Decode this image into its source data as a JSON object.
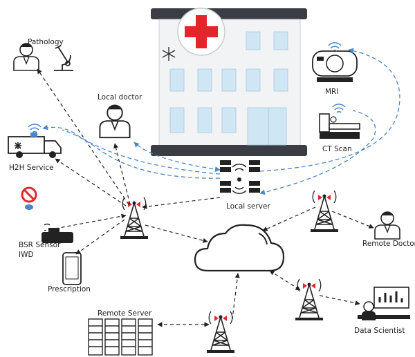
{
  "labels": {
    "pathology": "Pathology",
    "local_doctor": "Local doctor",
    "h2h_service": "H2H Service",
    "bsr_sensor_line1": "BSR Sensor",
    "bsr_sensor_line2": "IWD",
    "prescription": "Prescription",
    "remote_server": "Remote Server",
    "local_server": "Local server",
    "mri": "MRI",
    "ct_scan": "CT Scan",
    "remote_doctor": "Remote Doctor",
    "data_scientist": "Data Scientist"
  },
  "colors": {
    "outline": "#1f1f1f",
    "cross": "#e3262c",
    "window": "#cfe6f5",
    "building": "#f2f3f5",
    "roof": "#3a3d44",
    "wireless": "#4a86c8",
    "link_blue": "#4a86c8",
    "tower_accent": "#e3262c"
  }
}
